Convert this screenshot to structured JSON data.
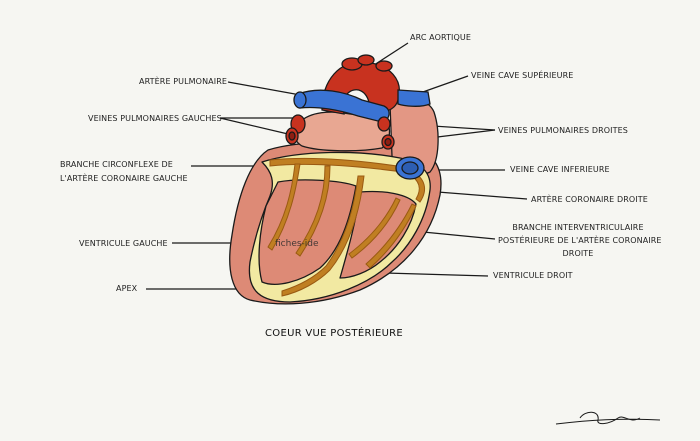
{
  "diagram": {
    "title": "COEUR VUE POSTÉRIEURE",
    "watermark": "fiches-ide",
    "signature": "Laura",
    "labels": {
      "arc_aortique": "ARC AORTIQUE",
      "artere_pulmonaire": "ARTÈRE PULMONAIRE",
      "veine_cave_superieure": "VEINE CAVE SUPÉRIEURE",
      "veines_pulmonaires_gauches": "VEINES PULMONAIRES GAUCHES",
      "veines_pulmonaires_droites": "VEINES PULMONAIRES DROITES",
      "branche_circonflexe_l1": "BRANCHE CIRCONFLEXE DE",
      "branche_circonflexe_l2": "L'ARTÈRE CORONAIRE GAUCHE",
      "veine_cave_inferieure": "VEINE CAVE INFERIEURE",
      "artere_coronaire_droite": "ARTÈRE CORONAIRE DROITE",
      "branche_iv_l1": "BRANCHE INTERVENTRICULAIRE",
      "branche_iv_l2": "POSTÉRIEURE DE L'ARTÈRE CORONAIRE",
      "branche_iv_l3": "DROITE",
      "ventricule_gauche": "VENTRICULE GAUCHE",
      "ventricule_droit": "VENTRICULE DROIT",
      "apex": "APEX"
    },
    "colors": {
      "background": "#f6f6f2",
      "aorta": "#c8321f",
      "pulmonary": "#3a73d4",
      "myocardium": "#dd8a76",
      "fat": "#f2e9a2",
      "coronary": "#b7761e",
      "outline": "#1a1a1a"
    }
  }
}
